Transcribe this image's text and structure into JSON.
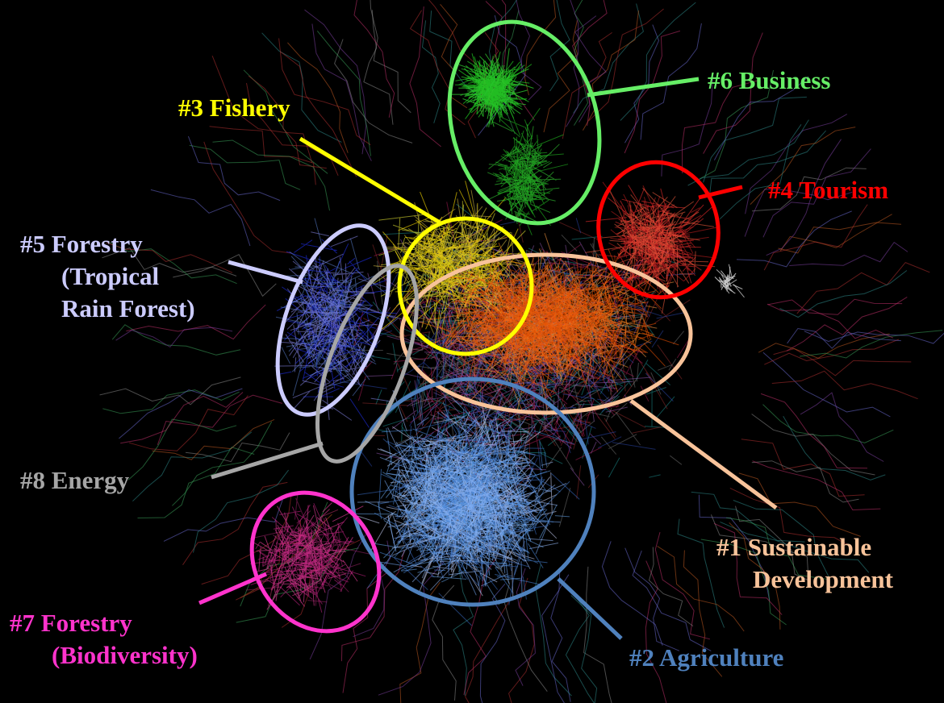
{
  "clusters": [
    {
      "id": "c1",
      "lines": [
        "#1 Sustainable",
        "Development"
      ],
      "color": "#F8C39A"
    },
    {
      "id": "c2",
      "lines": [
        "#2 Agriculture"
      ],
      "color": "#4F81BD"
    },
    {
      "id": "c3",
      "lines": [
        "#3 Fishery"
      ],
      "color": "#FFFF00"
    },
    {
      "id": "c4",
      "lines": [
        "#4 Tourism"
      ],
      "color": "#FF0000"
    },
    {
      "id": "c5",
      "lines": [
        "#5 Forestry",
        "(Tropical",
        "Rain  Forest)"
      ],
      "color": "#CCCCFF"
    },
    {
      "id": "c6",
      "lines": [
        "#6 Business"
      ],
      "color": "#66EE66"
    },
    {
      "id": "c7",
      "lines": [
        "#7 Forestry",
        "(Biodiversity)"
      ],
      "color": "#FF33CC"
    },
    {
      "id": "c8",
      "lines": [
        "#8 Energy"
      ],
      "color": "#A6A6A6"
    }
  ]
}
